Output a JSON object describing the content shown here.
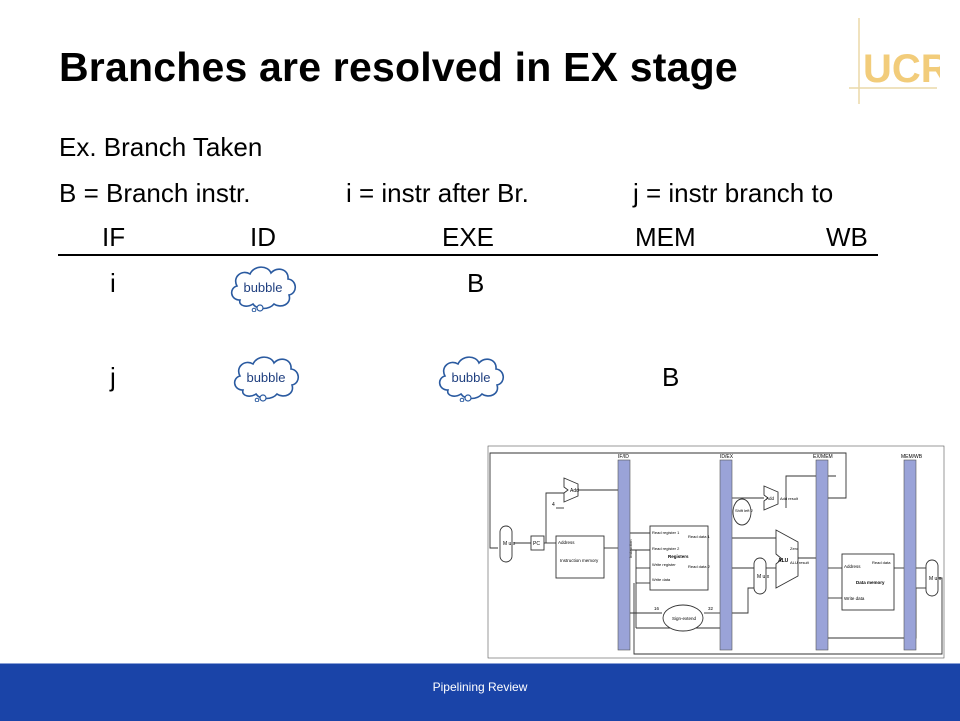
{
  "slide": {
    "title": "Branches are resolved in EX stage",
    "logo_text": "UCR",
    "example_label": "Ex. Branch Taken",
    "legend": {
      "b": "B = Branch instr.",
      "i": "i = instr after Br.",
      "j": "j = instr branch to"
    },
    "stages": [
      "IF",
      "ID",
      "EXE",
      "MEM",
      "WB"
    ],
    "rows": [
      {
        "if": "i",
        "id": "bubble",
        "exe": "B"
      },
      {
        "if": "j",
        "id": "bubble",
        "exe": "bubble",
        "mem": "B"
      }
    ],
    "footer": "Pipelining Review"
  },
  "diagram": {
    "pipeline_registers": [
      "IF/ID",
      "ID/EX",
      "EX/MEM",
      "MEM/WB"
    ],
    "blocks": {
      "add1": "Add",
      "four": "4",
      "pc": "PC",
      "address": "Address",
      "instruction_memory": "Instruction memory",
      "instruction": "Instruction",
      "read_reg1": "Read register 1",
      "read_reg2": "Read register 2",
      "write_reg": "Write register",
      "write_data": "Write data",
      "registers": "Registers",
      "read_data1": "Read data 1",
      "read_data2": "Read data 2",
      "shift": "Shift left 2",
      "add2": "Add",
      "add_result": "Add result",
      "alu": "ALU",
      "zero": "Zero",
      "alu_result": "ALU result",
      "mem_address": "Address",
      "data_memory": "Data memory",
      "mem_write_data": "Write data",
      "read_data": "Read data",
      "sign_extend": "Sign-extend",
      "sixteen": "16",
      "thirtytwo": "32",
      "mux": "M u x"
    }
  },
  "colors": {
    "footer_bg": "#1a44a8",
    "pipeline_register": "#9aa3d8",
    "logo": "#f2cc7a"
  }
}
